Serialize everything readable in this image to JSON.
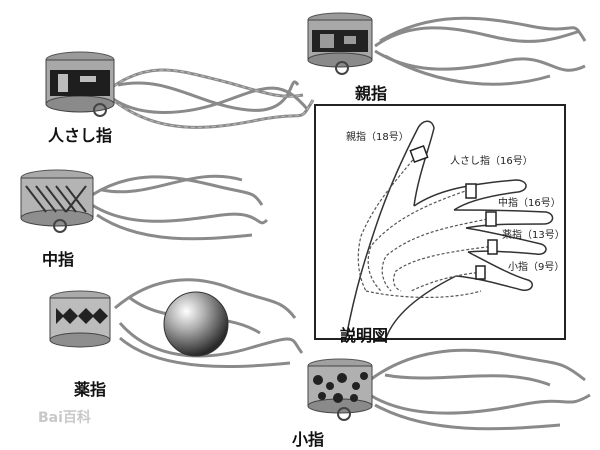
{
  "labels": {
    "index": "人さし指",
    "thumb": "親指",
    "middle": "中指",
    "ring": "薬指",
    "little": "小指",
    "diagram_caption": "説明図"
  },
  "diagram": {
    "thumb": "親指（18号）",
    "index": "人さし指（16号）",
    "middle": "中指（16号）",
    "ring": "薬指（13号）",
    "little": "小指（9号）"
  },
  "watermark": "Bai百科"
}
